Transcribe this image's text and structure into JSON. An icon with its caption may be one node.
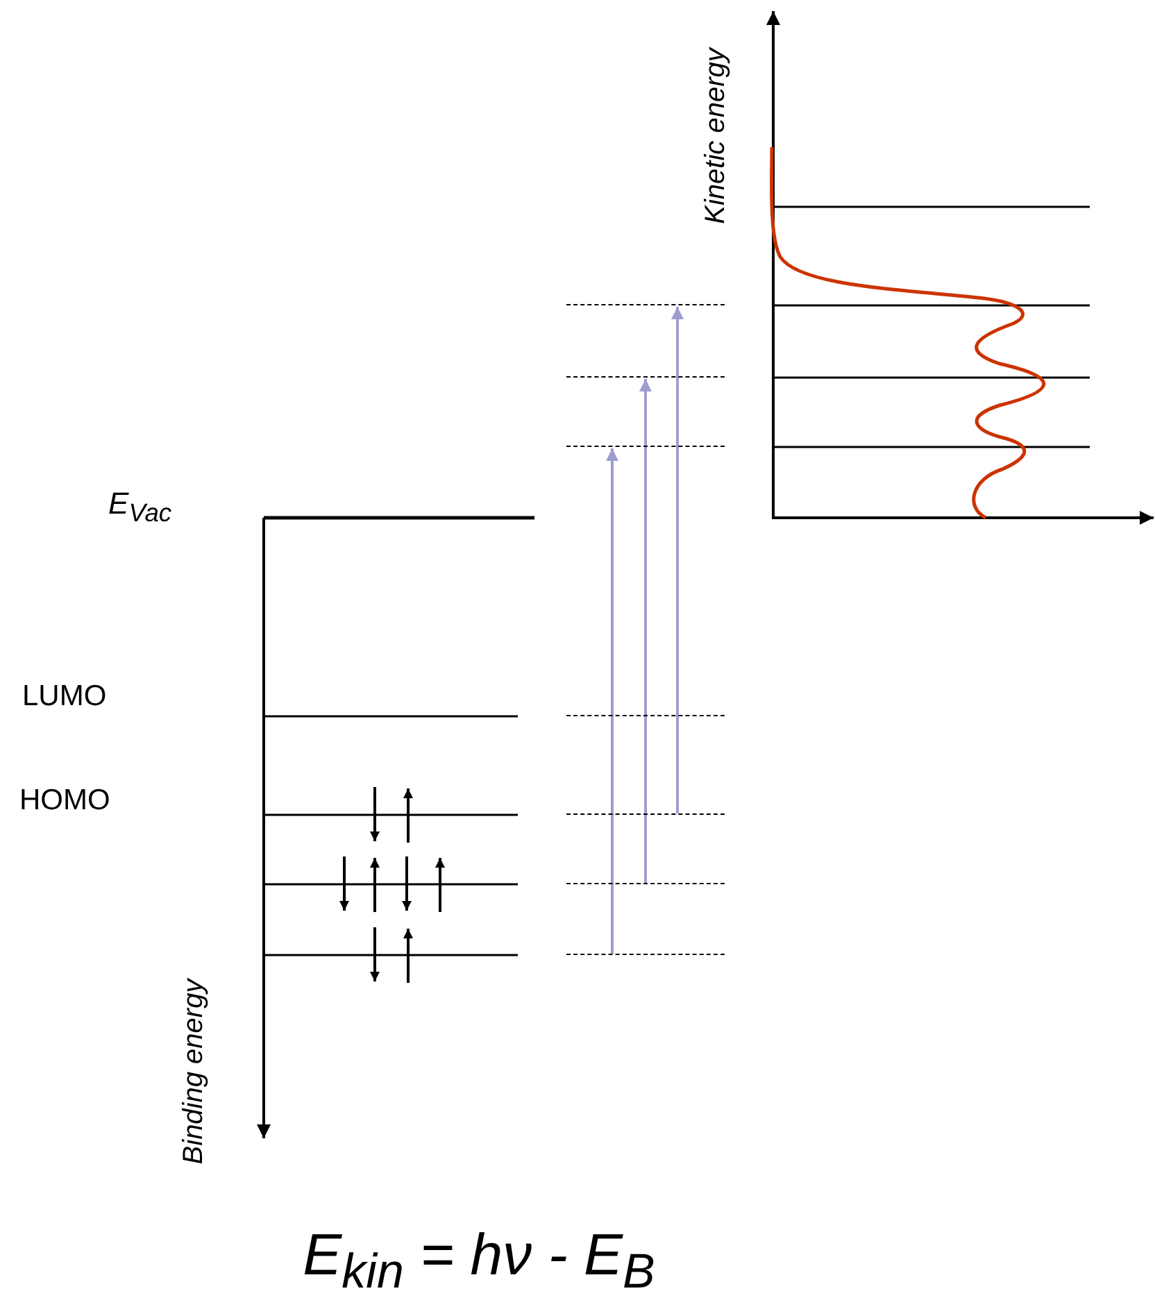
{
  "diagram": {
    "nodes": [
      {
        "text": [],
        "shape": "line"
      },
      {
        "text": [],
        "shape": "line"
      },
      {
        "text": [],
        "shape": "line"
      },
      {
        "text": [],
        "shape": "line"
      },
      {
        "text": [],
        "shape": "line"
      },
      {
        "text": [],
        "shape": "line"
      },
      {
        "text": [],
        "shape": "line"
      }
    ],
    "edges": [
      {
        "from": 4,
        "to": 0,
        "arrow": "to"
      },
      {
        "from": 5,
        "to": 1,
        "arrow": "to"
      },
      {
        "from": 6,
        "to": 2,
        "arrow": "to"
      }
    ],
    "labels": [
      "Kinetic energy",
      "E$_{Vac}$",
      "LUMO",
      "HOMO",
      "Binding energy",
      "E$_{kin}$ = hν - E$_{B}$"
    ]
  }
}
